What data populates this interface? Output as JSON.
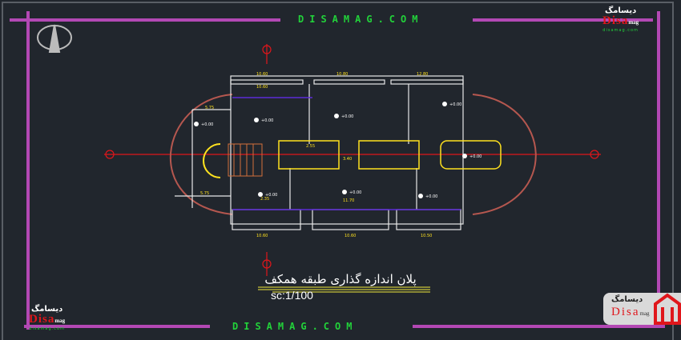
{
  "watermark": {
    "top": "DISAMAG.COM",
    "bottom": "DISAMAG.COM"
  },
  "drawing": {
    "title": "پلان اندازه گذاری طبقه همکف",
    "scale": "sc:1/100",
    "dimensions": [
      "10.60",
      "10.80",
      "12.80",
      "10.60",
      "5.75",
      "5.75",
      "2.55",
      "3.40",
      "2.35",
      "11.70",
      "10.60",
      "10.60",
      "10.50"
    ],
    "level_mark": "+0.00"
  },
  "logos": {
    "fa": "دیسامگ",
    "en": "Disa",
    "en_small": "mag",
    "url": "disamag.com"
  },
  "colors": {
    "background": "#21262d",
    "frame": "#b348b4",
    "axis": "#e0161b",
    "wall": "#e8e8e8",
    "dimension": "#ffe21f",
    "watermark": "#22d13a"
  }
}
